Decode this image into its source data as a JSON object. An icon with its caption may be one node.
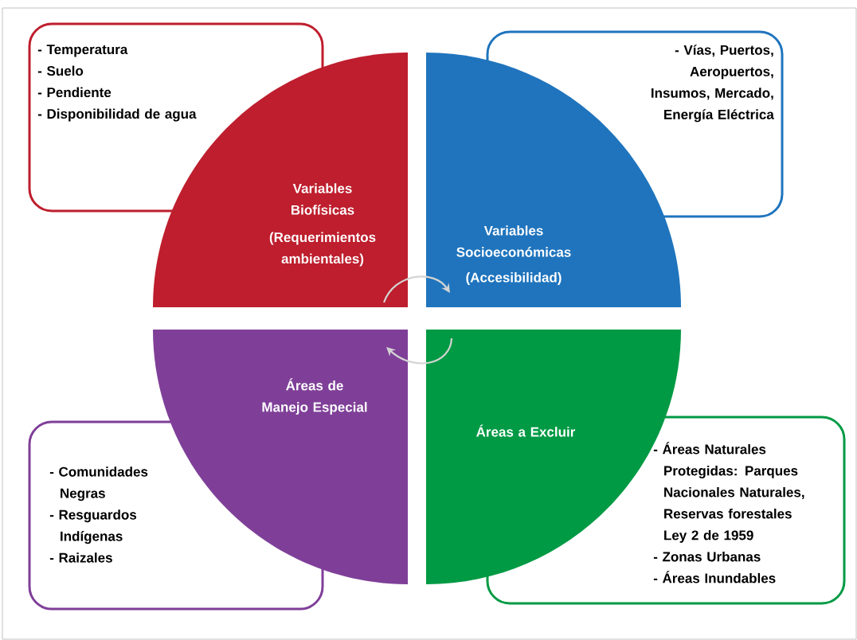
{
  "diagram": {
    "nodes": [
      {
        "text": [
          "- Temperatura",
          "- Suelo",
          "- Pendiente",
          "- Disponibilidad de agua"
        ]
      },
      {
        "text": [
          "- Vías, Puertos, Aeropuertos, Insumos, Mercado, Energía Eléctrica"
        ]
      },
      {
        "text": [
          "Variables Biofísicas",
          "(Requerimientos ambientales)"
        ]
      },
      {
        "text": [
          "Variables Socioeconómicas",
          "(Accesibilidad)"
        ]
      },
      {
        "text": [
          "Áreas de Manejo Especial"
        ]
      },
      {
        "text": [
          "Áreas a Excluir"
        ]
      },
      {
        "text": [
          "- Comunidades Negras",
          "- Resguardos Indígenas",
          "- Raizales"
        ]
      },
      {
        "text": [
          "- Áreas Naturales Protegidas: Parques Nacionales Naturales, Reservas forestales Ley 2 de 1959",
          "- Zonas Urbanas",
          "- Áreas Inundables"
        ]
      }
    ],
    "edges": [
      {
        "from": 2,
        "to": 3,
        "arrow": "to"
      },
      {
        "from": 5,
        "to": 4,
        "arrow": "to"
      }
    ]
  }
}
